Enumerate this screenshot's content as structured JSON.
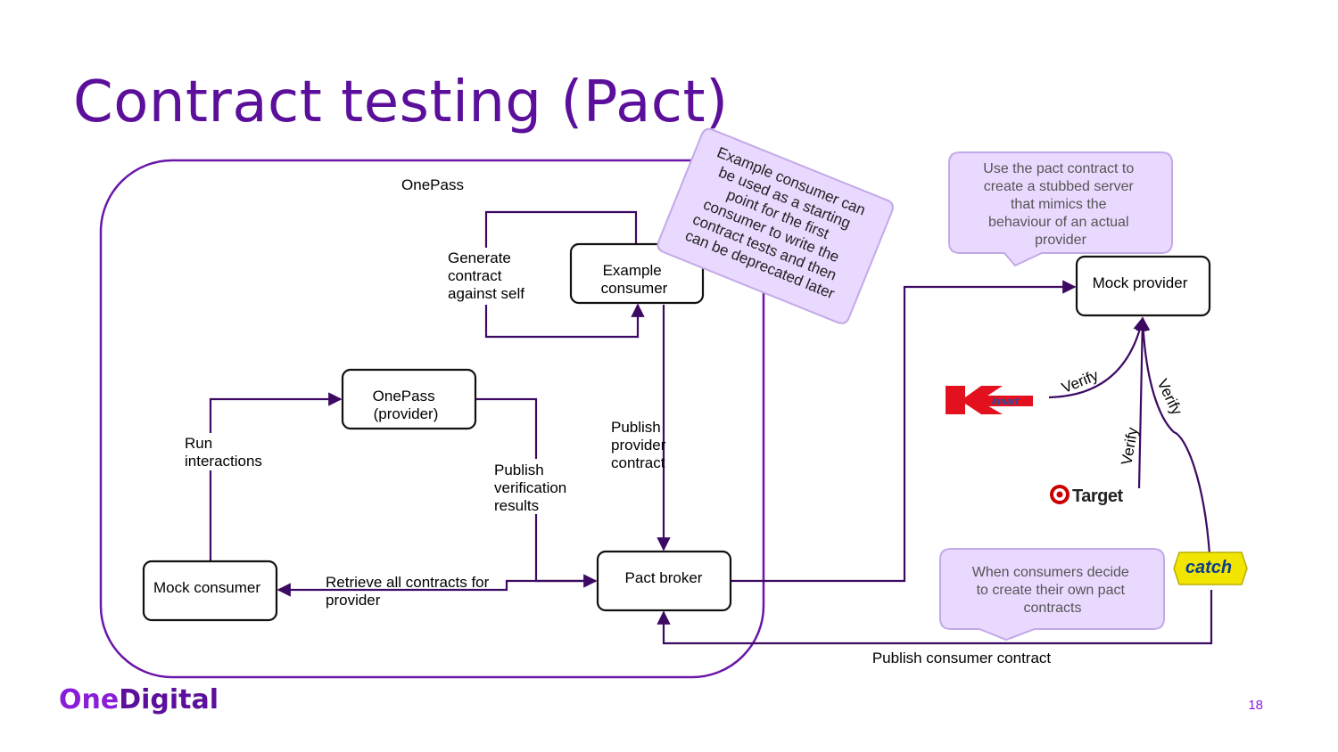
{
  "slide": {
    "title": "Contract testing (Pact)",
    "page_number": "18",
    "brand_part1": "One",
    "brand_part2": "Digital"
  },
  "diagram": {
    "group_label": "OnePass",
    "nodes": {
      "example_consumer": [
        "Example",
        "consumer"
      ],
      "onepass_provider": [
        "OnePass",
        "(provider)"
      ],
      "mock_consumer": [
        "Mock consumer"
      ],
      "pact_broker": [
        "Pact broker"
      ],
      "mock_provider": [
        "Mock provider"
      ]
    },
    "edge_labels": {
      "generate_contract": [
        "Generate",
        "contract",
        "against self"
      ],
      "run_interactions": [
        "Run",
        "interactions"
      ],
      "publish_verification": [
        "Publish",
        "verification",
        "results"
      ],
      "publish_provider_contract": [
        "Publish",
        "provider",
        "contract"
      ],
      "retrieve_contracts": [
        "Retrieve all contracts for",
        "provider"
      ],
      "publish_consumer_contract": "Publish consumer contract",
      "verify": "Verify"
    },
    "callouts": {
      "example_consumer_note": [
        "Example consumer can",
        "be used as a starting",
        "point for the first",
        "consumer to write the",
        "contract tests and then",
        "can be deprecated later"
      ],
      "mock_provider_note": [
        "Use the pact contract to",
        "create a stubbed server",
        "that mimics the",
        "behaviour of an actual",
        "provider"
      ],
      "consumers_note": [
        "When consumers decide",
        "to create their own pact",
        "contracts"
      ]
    },
    "logos": {
      "kmart": "kmart",
      "target": "Target",
      "catch": "catch"
    }
  },
  "colors": {
    "title": "#5b0f9a",
    "arrow": "#3c0a63",
    "group_border": "#6a16a8",
    "callout_fill": "#ead9ff",
    "brand_accent": "#8a1ed8"
  }
}
